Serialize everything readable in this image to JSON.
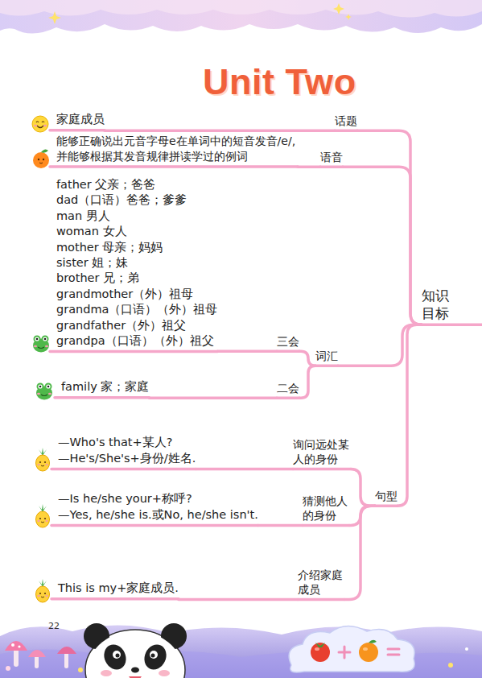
{
  "diagram": {
    "title": "Unit Two",
    "nodes": [
      {
        "text": [
          "知识目标"
        ]
      },
      {
        "text": [
          "话题"
        ]
      },
      {
        "text": [
          "家庭成员"
        ]
      },
      {
        "text": [
          "语音"
        ]
      },
      {
        "text": [
          "能够正确说出元音字母e在单词中的短音发音/e/, 并能够根据其发音规律拼读学过的例词"
        ]
      },
      {
        "text": [
          "词汇"
        ]
      },
      {
        "text": [
          "三会"
        ]
      },
      {
        "text": [
          "father 父亲；爸爸",
          "dad（口语）爸爸；爹爹",
          "man 男人",
          "woman 女人",
          "mother 母亲；妈妈",
          "sister 姐；妹",
          "brother 兄；弟",
          "grandmother（外）祖母",
          "grandma（口语）（外）祖母",
          "grandfather（外）祖父",
          "grandpa（口语）（外）祖父"
        ]
      },
      {
        "text": [
          "二会"
        ]
      },
      {
        "text": [
          "family 家；家庭"
        ]
      },
      {
        "text": [
          "句型"
        ]
      },
      {
        "text": [
          "询问远处某人的身份"
        ]
      },
      {
        "text": [
          "—Who's that+某人?",
          "—He's/She's+身份/姓名."
        ]
      },
      {
        "text": [
          "猜测他人的身份"
        ]
      },
      {
        "text": [
          "—Is he/she your+称呼?",
          "—Yes, he/she is.或No, he/she isn't."
        ]
      },
      {
        "text": [
          "介绍家庭成员"
        ]
      },
      {
        "text": [
          "This is my+家庭成员."
        ]
      }
    ],
    "edges": [
      {
        "from": 0,
        "to": 1,
        "arrow": "none"
      },
      {
        "from": 1,
        "to": 2,
        "arrow": "none"
      },
      {
        "from": 0,
        "to": 3,
        "arrow": "none"
      },
      {
        "from": 3,
        "to": 4,
        "arrow": "none"
      },
      {
        "from": 0,
        "to": 5,
        "arrow": "none"
      },
      {
        "from": 5,
        "to": 6,
        "arrow": "none"
      },
      {
        "from": 6,
        "to": 7,
        "arrow": "none"
      },
      {
        "from": 5,
        "to": 8,
        "arrow": "none"
      },
      {
        "from": 8,
        "to": 9,
        "arrow": "none"
      },
      {
        "from": 0,
        "to": 10,
        "arrow": "none"
      },
      {
        "from": 10,
        "to": 11,
        "arrow": "none"
      },
      {
        "from": 11,
        "to": 12,
        "arrow": "none"
      },
      {
        "from": 10,
        "to": 13,
        "arrow": "none"
      },
      {
        "from": 13,
        "to": 14,
        "arrow": "none"
      },
      {
        "from": 10,
        "to": 15,
        "arrow": "none"
      },
      {
        "from": 15,
        "to": 16,
        "arrow": "none"
      }
    ],
    "labels": [
      "22"
    ]
  }
}
